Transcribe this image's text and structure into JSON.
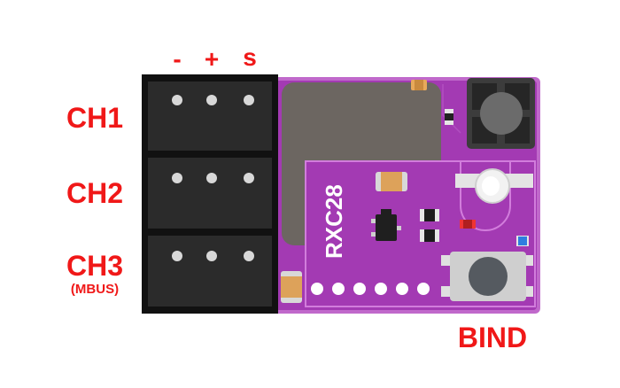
{
  "pin_labels": {
    "minus": "-",
    "plus": "+",
    "signal": "s"
  },
  "channels": [
    {
      "label": "CH1",
      "sublabel": ""
    },
    {
      "label": "CH2",
      "sublabel": ""
    },
    {
      "label": "CH3",
      "sublabel": "(MBUS)"
    }
  ],
  "board_label": "RXC28",
  "button_label": "BIND",
  "colors": {
    "label_red": "#f01818",
    "board_purple": "#a33ab3",
    "board_border": "#c069cb",
    "connector_black": "#2b2b2b",
    "chip_gray": "#6c6661",
    "pin_gray": "#d8d8d8"
  }
}
